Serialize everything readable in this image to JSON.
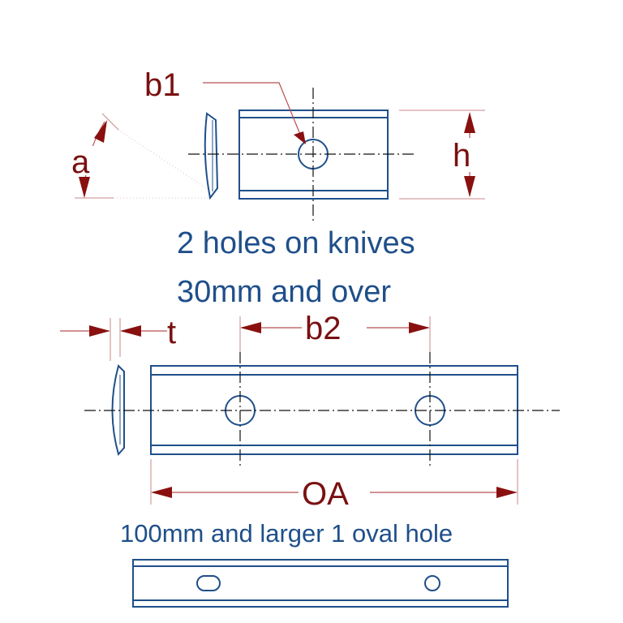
{
  "colors": {
    "outline": "#1f4f8a",
    "dimension": "#7a1010",
    "note": "#1f4f8a",
    "centerline": "#111111"
  },
  "labels": {
    "a": "a",
    "b1": "b1",
    "h": "h",
    "t": "t",
    "b2": "b2",
    "oa": "OA"
  },
  "notes": {
    "two_holes_line1": "2 holes on knives",
    "two_holes_line2": "30mm and over",
    "oval_hole": "100mm and larger 1 oval hole"
  }
}
